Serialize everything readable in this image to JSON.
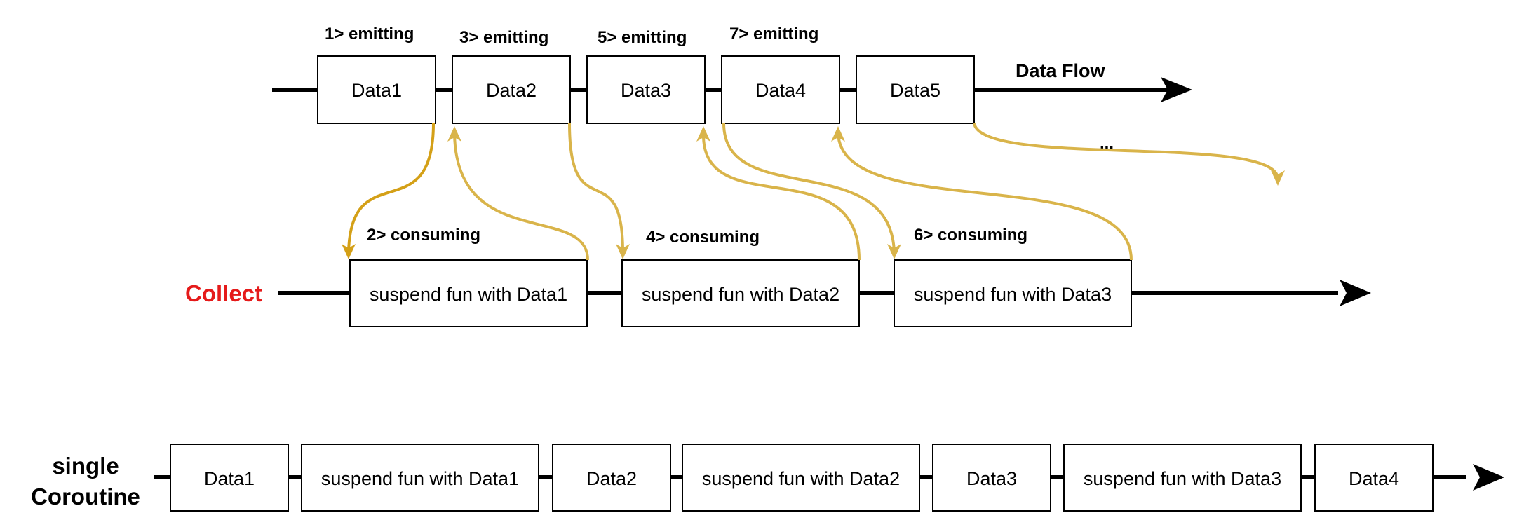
{
  "colors": {
    "collect": "#e51a1a",
    "arrow_dark": "#d4a017",
    "arrow_light": "#d9b44a"
  },
  "flow": {
    "label": "Data Flow",
    "ellipsis": "...",
    "boxes": [
      "Data1",
      "Data2",
      "Data3",
      "Data4",
      "Data5"
    ],
    "steps": [
      "1> emitting",
      "3> emitting",
      "5> emitting",
      "7> emitting"
    ]
  },
  "collect": {
    "label": "Collect",
    "boxes": [
      "suspend fun with Data1",
      "suspend fun with Data2",
      "suspend fun with Data3"
    ],
    "steps": [
      "2> consuming",
      "4> consuming",
      "6> consuming"
    ]
  },
  "single": {
    "label_line1": "single",
    "label_line2": "Coroutine",
    "boxes": [
      "Data1",
      "suspend fun with Data1",
      "Data2",
      "suspend fun with Data2",
      "Data3",
      "suspend fun with Data3",
      "Data4"
    ]
  }
}
